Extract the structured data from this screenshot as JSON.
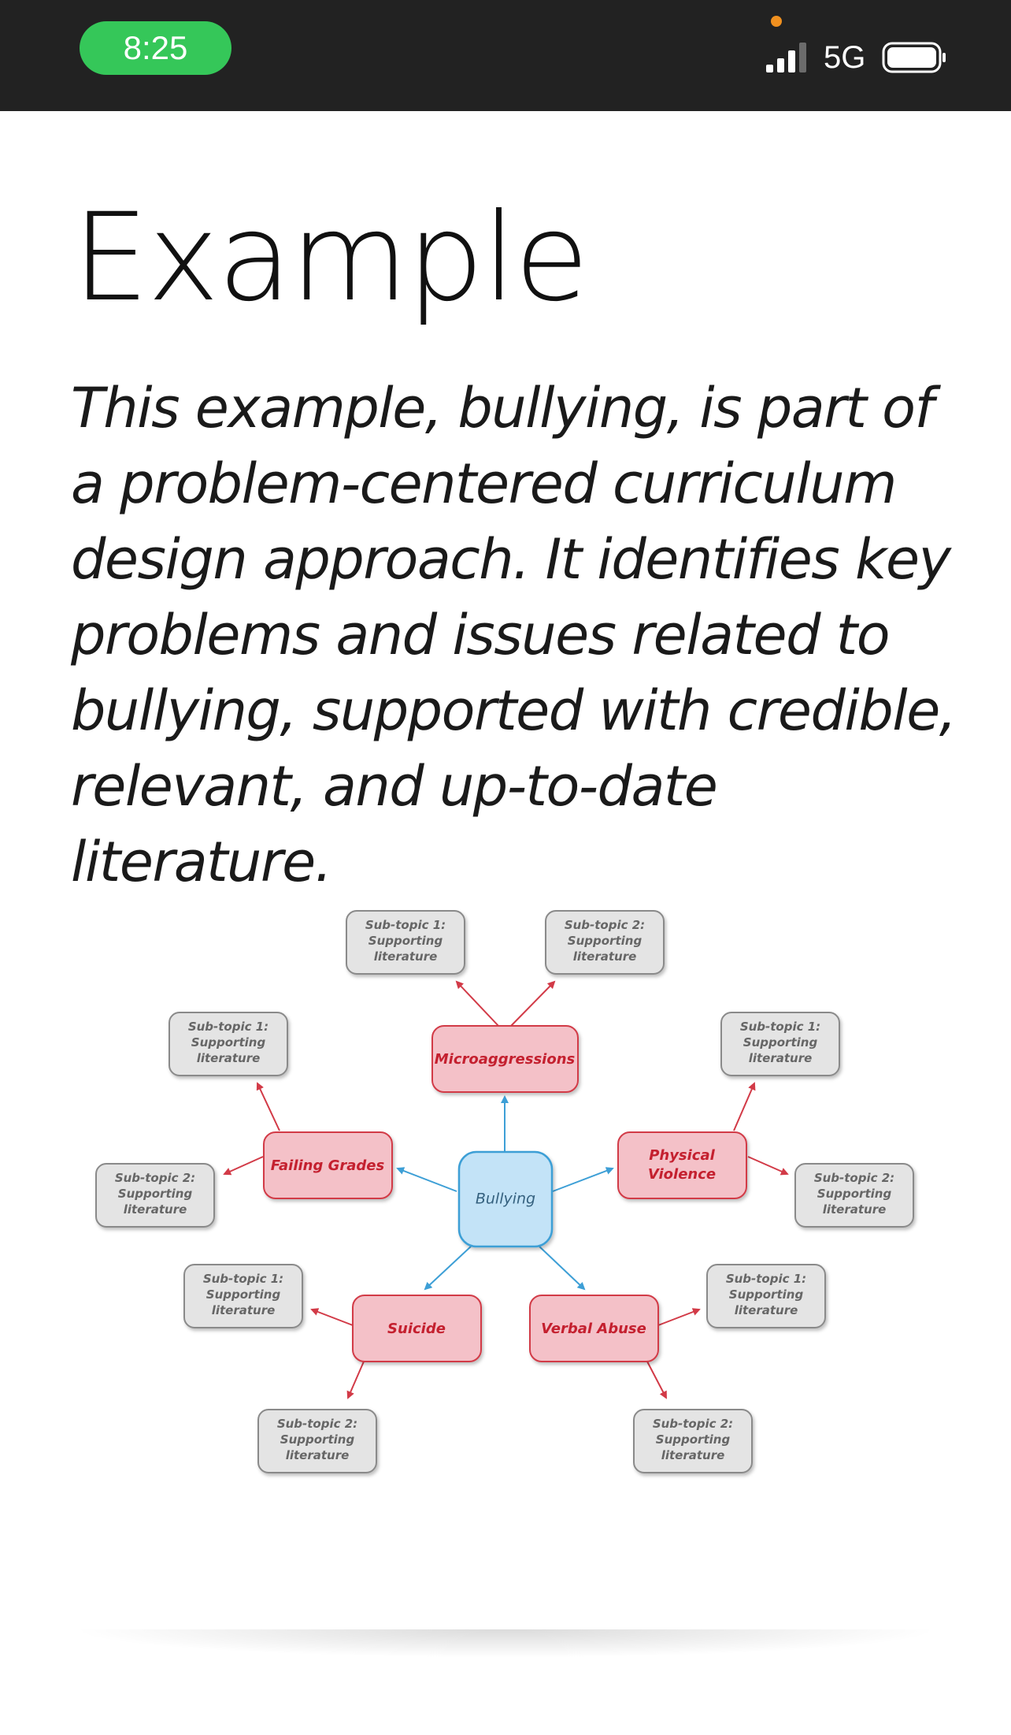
{
  "status_bar": {
    "time": "8:25",
    "network": "5G",
    "icons": [
      "signal-bars-icon",
      "battery-icon",
      "recording-indicator-icon"
    ],
    "colors": {
      "background": "#222222",
      "time_pill": "#35c759",
      "indicator": "#f0901f"
    }
  },
  "content": {
    "title": "Example",
    "description": "This example, bullying, is part of a problem-centered curriculum design approach. It identifies key problems and issues related to bullying, supported with credible, relevant, and up-to-date literature."
  },
  "diagram": {
    "center": "Bullying",
    "topics": {
      "microaggressions": "Microaggressions",
      "failing_grades": "Failing Grades",
      "physical_violence": [
        "Physical",
        "Violence"
      ],
      "suicide": "Suicide",
      "verbal_abuse": "Verbal Abuse"
    },
    "subtopic_1": [
      "Sub-topic 1:",
      "Supporting",
      "literature"
    ],
    "subtopic_2": [
      "Sub-topic 2:",
      "Supporting",
      "literature"
    ],
    "colors": {
      "center_fill": "#c3e3f7",
      "center_stroke": "#3d9fd6",
      "topic_fill": "#f4c1c8",
      "topic_stroke": "#d23a47",
      "topic_text": "#c4202f",
      "subtopic_fill": "#e4e4e4",
      "subtopic_stroke": "#8a8a8a",
      "subtopic_text": "#666666"
    }
  }
}
